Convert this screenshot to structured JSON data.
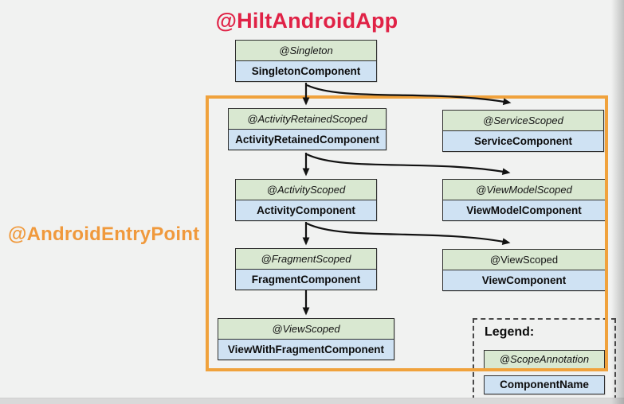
{
  "titles": {
    "hilt_android_app": "@HiltAndroidApp",
    "android_entry_point": "@AndroidEntryPoint"
  },
  "colors": {
    "background": "#f1f2f1",
    "scope_row_bg": "#d9e8d1",
    "component_row_bg": "#cfe2f3",
    "entrypoint_border": "#f0a23c",
    "hilt_title_red": "#e02246",
    "arrow": "#121212"
  },
  "nodes": [
    {
      "id": "singleton",
      "scope": "@Singleton",
      "component": "SingletonComponent"
    },
    {
      "id": "activity_retained",
      "scope": "@ActivityRetainedScoped",
      "component": "ActivityRetainedComponent"
    },
    {
      "id": "service",
      "scope": "@ServiceScoped",
      "component": "ServiceComponent"
    },
    {
      "id": "activity",
      "scope": "@ActivityScoped",
      "component": "ActivityComponent"
    },
    {
      "id": "view_model",
      "scope": "@ViewModelScoped",
      "component": "ViewModelComponent"
    },
    {
      "id": "fragment",
      "scope": "@FragmentScoped",
      "component": "FragmentComponent"
    },
    {
      "id": "view",
      "scope": "@ViewScoped",
      "component": "ViewComponent"
    },
    {
      "id": "view_with_fragment",
      "scope": "@ViewScoped",
      "component": "ViewWithFragmentComponent"
    }
  ],
  "edges": [
    {
      "from": "SingletonComponent",
      "to": "ActivityRetainedComponent"
    },
    {
      "from": "SingletonComponent",
      "to": "ServiceComponent"
    },
    {
      "from": "ActivityRetainedComponent",
      "to": "ActivityComponent"
    },
    {
      "from": "ActivityRetainedComponent",
      "to": "ViewModelComponent"
    },
    {
      "from": "ActivityComponent",
      "to": "FragmentComponent"
    },
    {
      "from": "ActivityComponent",
      "to": "ViewComponent"
    },
    {
      "from": "FragmentComponent",
      "to": "ViewWithFragmentComponent"
    }
  ],
  "legend": {
    "title": "Legend:",
    "scope_label": "@ScopeAnnotation",
    "component_label": "ComponentName"
  }
}
